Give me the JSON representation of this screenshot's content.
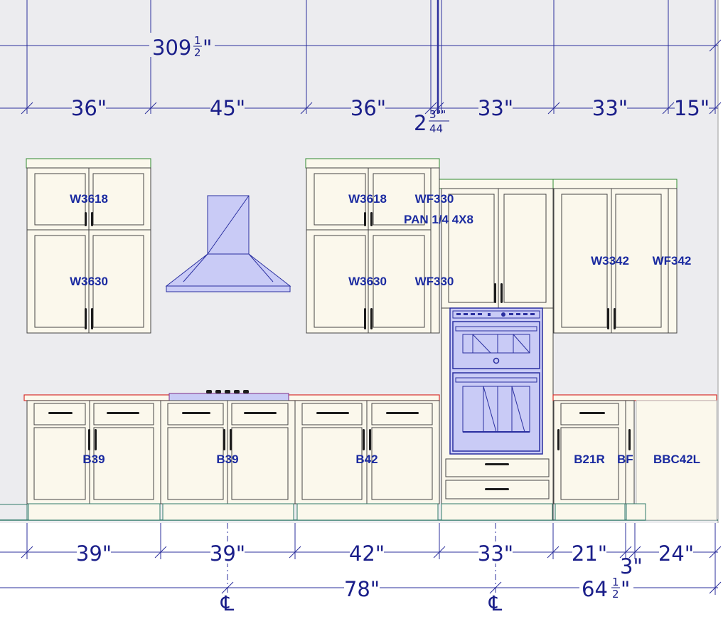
{
  "colors": {
    "wall": "#ececef",
    "cabinet_fill": "#fbf8ec",
    "cabinet_stroke": "#444444",
    "dim_line": "#2b2f9c",
    "label": "#1a2aa0",
    "countertop": "#d9302c",
    "crown": "#2f8a2f",
    "appliance_fill": "#c9cbf6",
    "appliance_stroke": "#2a2fa0"
  },
  "top_dimensions": {
    "overall": {
      "whole": "309",
      "num": "1",
      "den": "2",
      "unit": "\""
    },
    "segments": [
      "36\"",
      "45\"",
      "36\"",
      "33\"",
      "33\"",
      "15\""
    ],
    "small": {
      "whole": "2",
      "num": "3\"\"",
      "den": "44"
    }
  },
  "bottom_dimensions": {
    "segments": [
      "39\"",
      "39\"",
      "42\"",
      "33\"",
      "21\"",
      "24\""
    ],
    "small": "3\"",
    "span_78": "78\"",
    "span_64": {
      "whole": "64",
      "num": "1",
      "den": "2",
      "unit": "\""
    },
    "centerline": "℄"
  },
  "cabinet_labels": {
    "upper": [
      "W3618",
      "W3630",
      "W3618",
      "W3630",
      "WF330",
      "WF330",
      "PAN 1/4 4X8",
      "W3342",
      "WF342"
    ],
    "base": [
      "B39",
      "B39",
      "B42",
      "B21R",
      "BF",
      "BBC42L"
    ]
  }
}
